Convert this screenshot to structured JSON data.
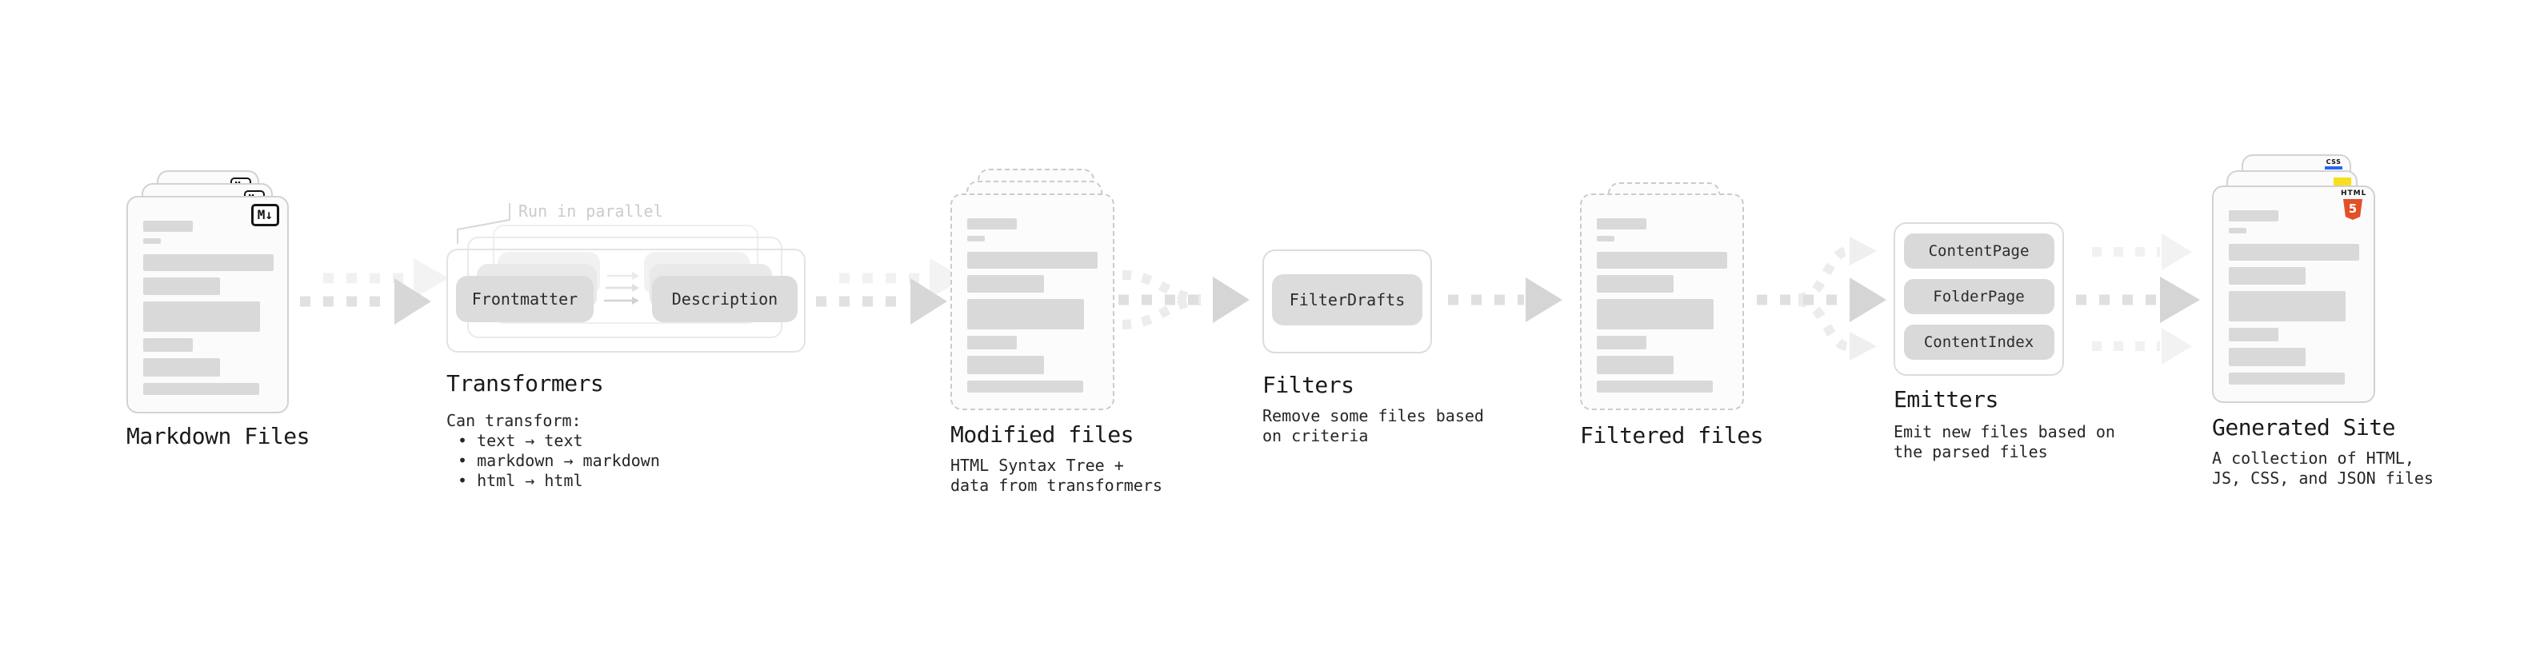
{
  "colors": {
    "html5_orange": "#E34F26",
    "js_yellow": "#F7DF1E",
    "css_blue": "#2965F1",
    "skeleton_bar_gray": "#D9D9D9",
    "arrow_gray": "#D5D5D5"
  },
  "stages": {
    "markdown": {
      "title": "Markdown Files",
      "badge": "M↓"
    },
    "transformers": {
      "title": "Transformers",
      "note": "Run in parallel",
      "step1": "Frontmatter",
      "step2": "Description",
      "caption_heading": "Can transform:",
      "bullets": [
        "• text → text",
        "• markdown → markdown",
        "• html → html"
      ]
    },
    "modified": {
      "title": "Modified files",
      "caption": "HTML Syntax Tree +\ndata from transformers"
    },
    "filters": {
      "title": "Filters",
      "rule": "FilterDrafts",
      "caption": "Remove some files based\non criteria"
    },
    "filtered": {
      "title": "Filtered files"
    },
    "emitters": {
      "title": "Emitters",
      "emitters": [
        "ContentPage",
        "FolderPage",
        "ContentIndex"
      ],
      "caption": "Emit new files based on\nthe parsed files"
    },
    "generated": {
      "title": "Generated Site",
      "caption": "A collection of HTML,\nJS, CSS, and JSON files",
      "html_badge_word": "HTML",
      "html_badge_number": "5",
      "css_badge_word": "CSS"
    }
  }
}
